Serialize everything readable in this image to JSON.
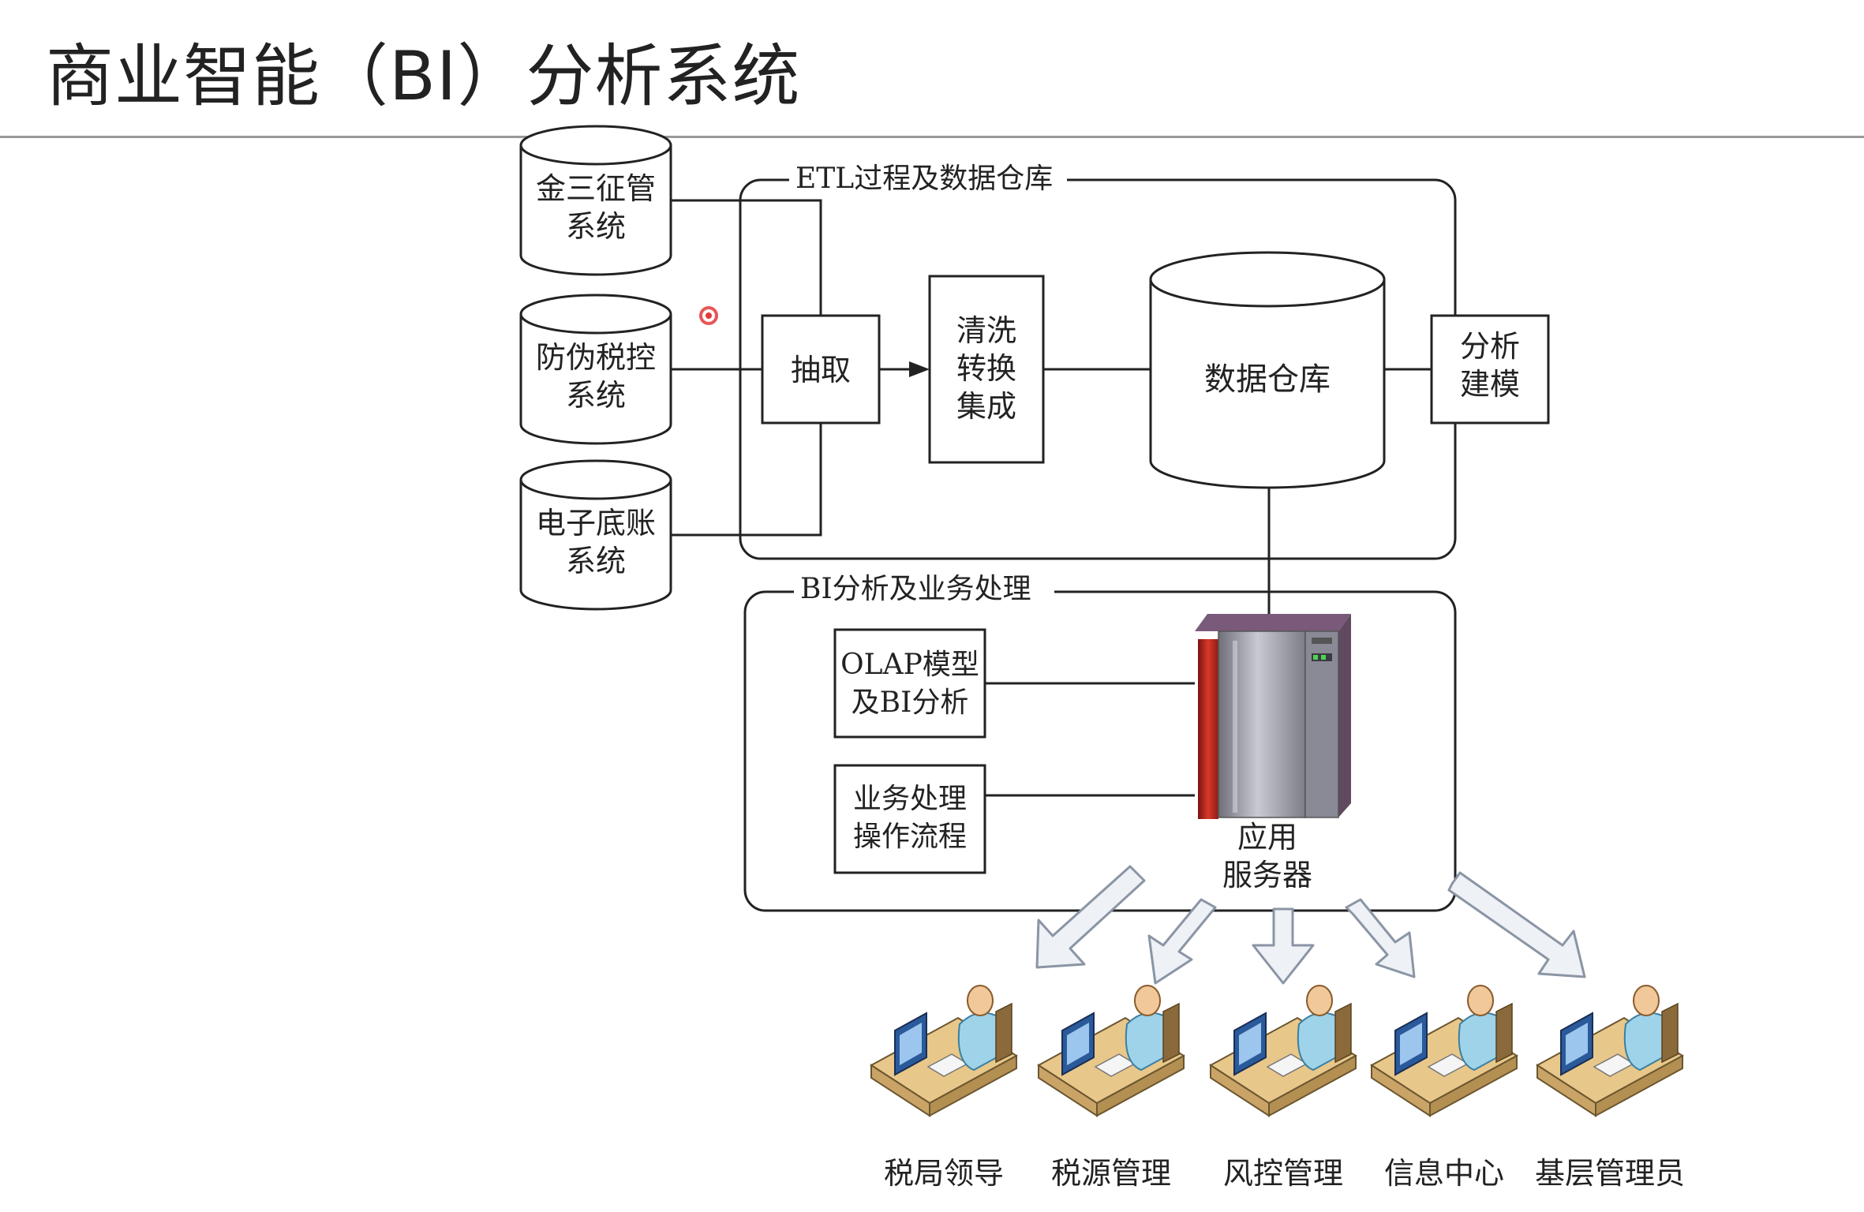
{
  "page": {
    "title": "商业智能（BI）分析系统"
  },
  "sources": [
    {
      "line1": "金三征管",
      "line2": "系统"
    },
    {
      "line1": "防伪税控",
      "line2": "系统"
    },
    {
      "line1": "电子底账",
      "line2": "系统"
    }
  ],
  "etl": {
    "group_label": "ETL过程及数据仓库",
    "extract": "抽取",
    "clean": [
      "清洗",
      "转换",
      "集成"
    ],
    "warehouse": "数据仓库",
    "modeling": [
      "分析",
      "建模"
    ]
  },
  "bi": {
    "group_label": "BI分析及业务处理",
    "olap": [
      "OLAP模型",
      "及BI分析"
    ],
    "business": [
      "业务处理",
      "操作流程"
    ],
    "server": [
      "应用",
      "服务器"
    ]
  },
  "users": [
    "税局领导",
    "税源管理",
    "风控管理",
    "信息中心",
    "基层管理员"
  ],
  "colors": {
    "line": "#222222",
    "server_red": "#c0281e",
    "server_gray": "#9a9aa6",
    "server_top": "#7a5a7a",
    "desk": "#e8c78a",
    "person": "#9ed3ea",
    "head": "#f0c89a",
    "monitor": "#2a5a9a",
    "arrow_fill": "#eef1f5",
    "arrow_stroke": "#8a95a5",
    "cursor": "#e23a3a"
  }
}
